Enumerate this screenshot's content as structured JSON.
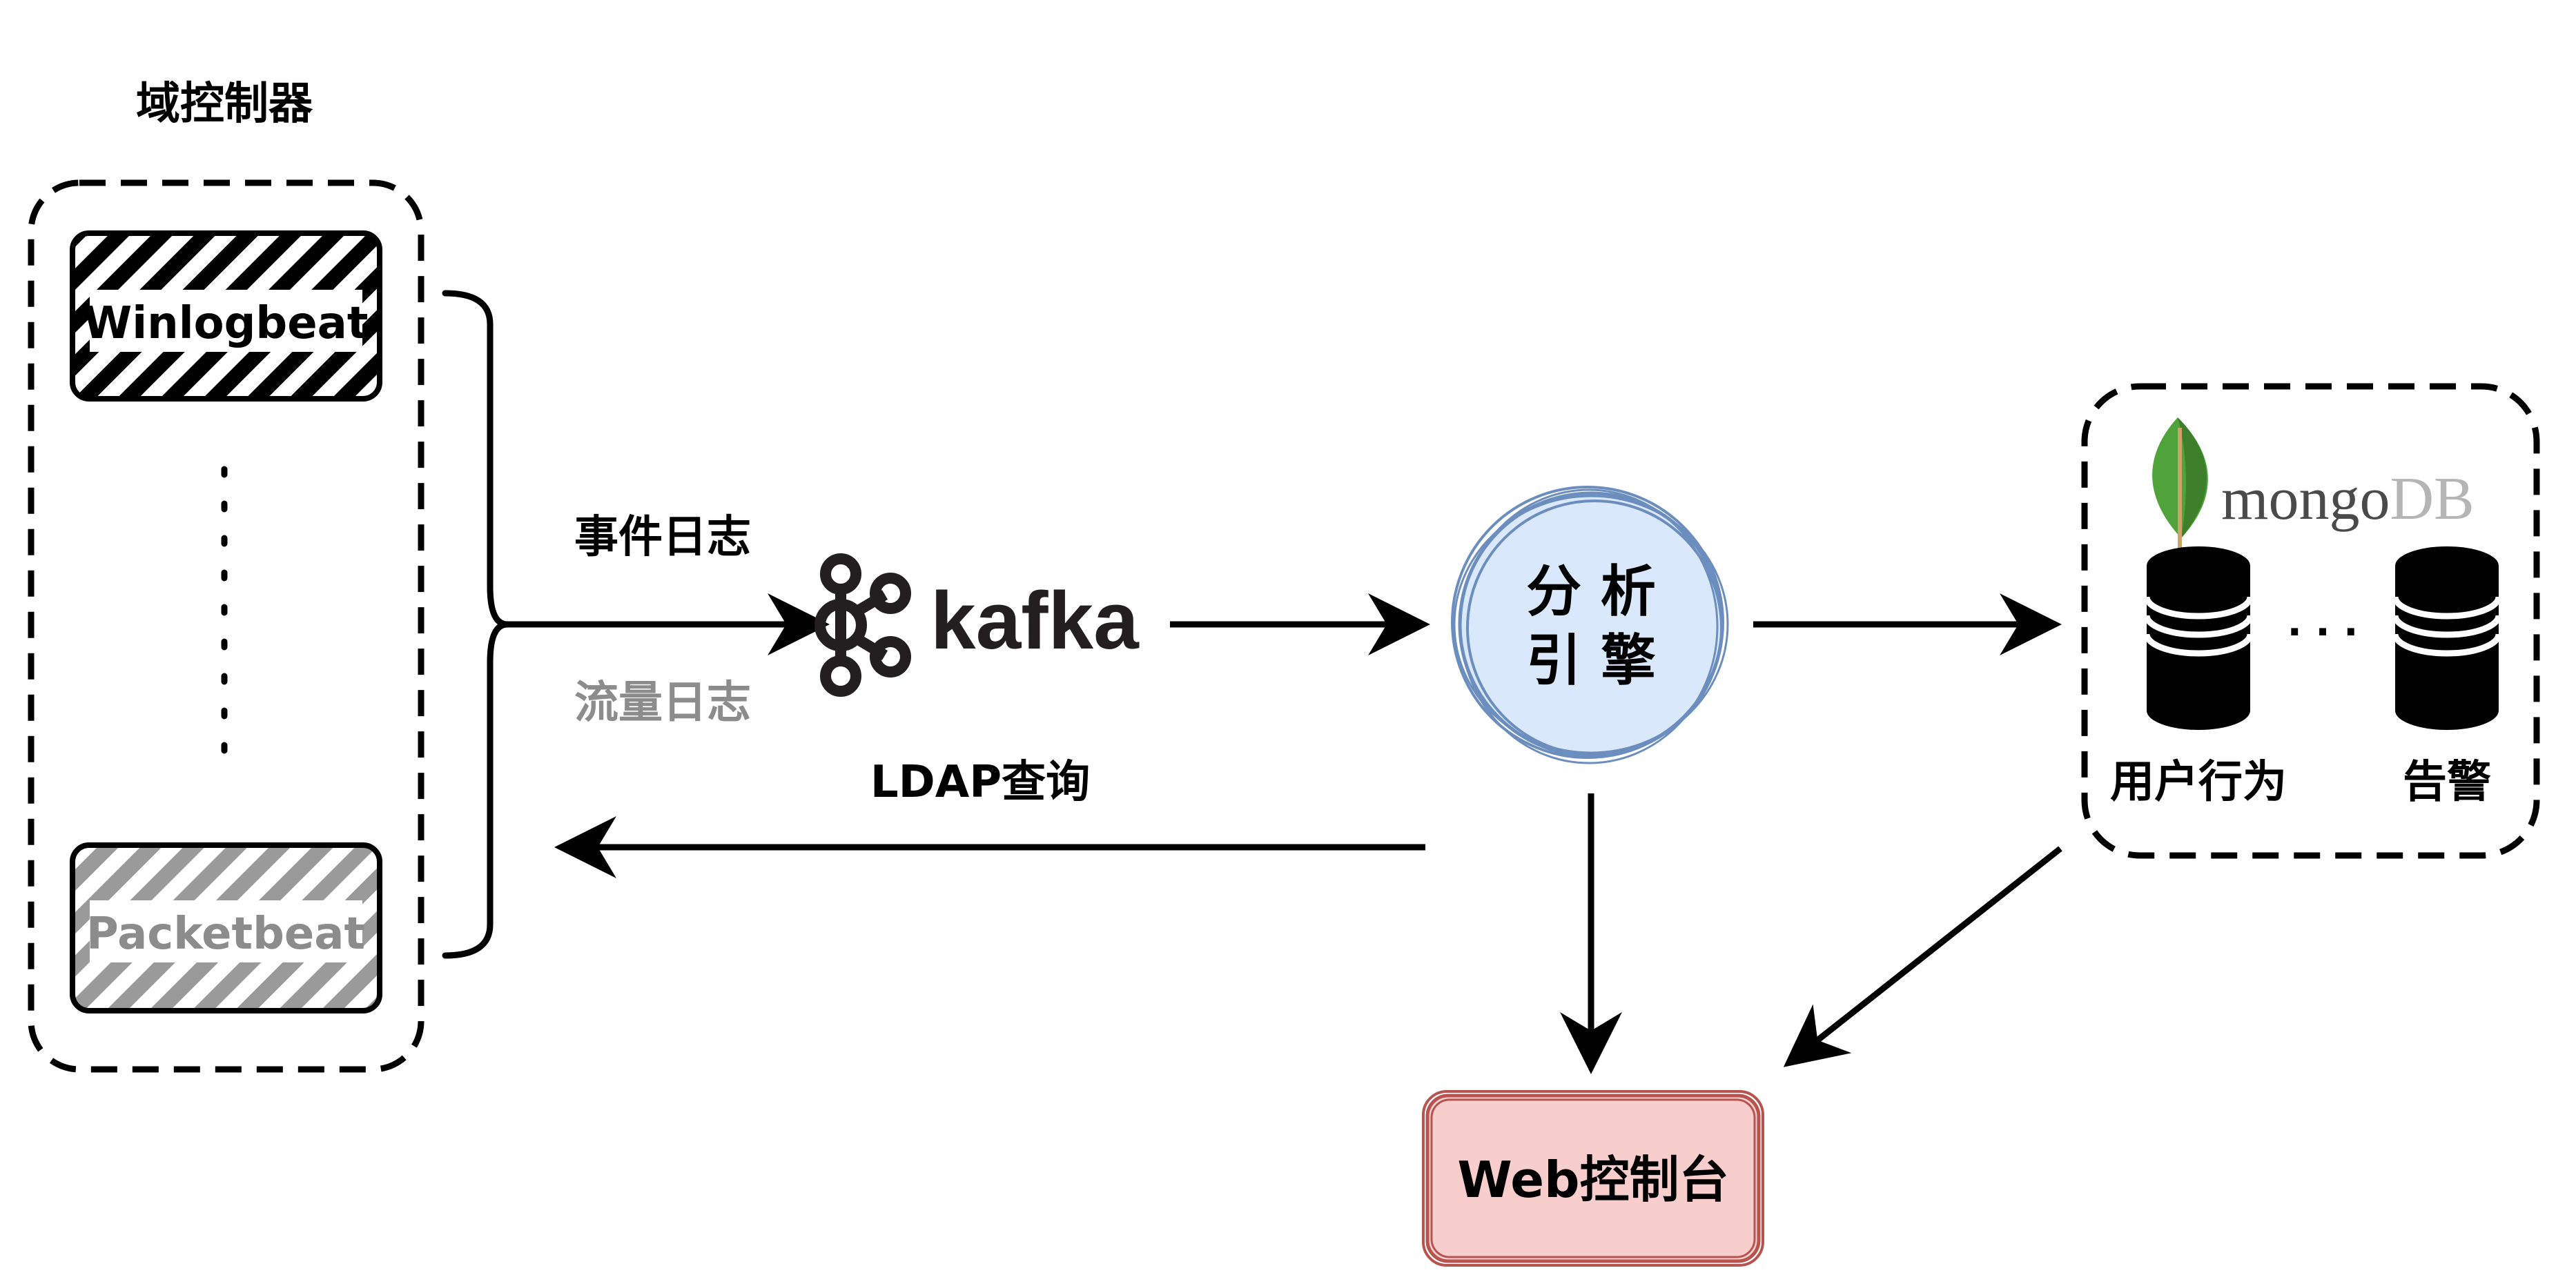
{
  "domain_controller": {
    "title": "域控制器",
    "winlogbeat": "Winlogbeat",
    "packetbeat": "Packetbeat"
  },
  "logs": {
    "event_log": "事件日志",
    "flow_log": "流量日志"
  },
  "kafka": {
    "name": "kafka"
  },
  "ldap": {
    "label": "LDAP查询"
  },
  "engine": {
    "line1": "分 析",
    "line2": "引 擎"
  },
  "mongodb": {
    "brand_mongo": "mongo",
    "brand_db": "DB",
    "db_user_behavior": "用户行为",
    "db_alert": "告警",
    "ellipsis": "· · ·"
  },
  "web_console": {
    "label": "Web控制台"
  },
  "colors": {
    "line": "#000000",
    "gray": "#8c8c8c",
    "hatch_gray": "#9a9a9a",
    "engine_fill": "#dae8fc",
    "engine_stroke": "#6c8ebf",
    "web_fill": "#f8cecc",
    "web_stroke": "#b85450",
    "leaf_green": "#4fa33a",
    "leaf_dark": "#3d7f2b"
  }
}
